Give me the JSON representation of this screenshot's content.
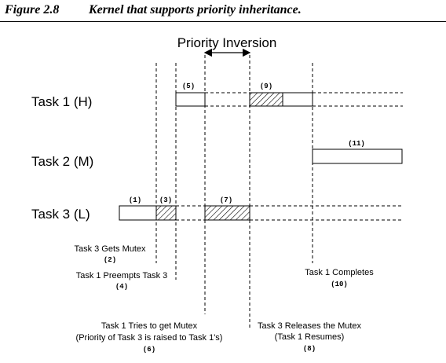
{
  "figure": {
    "number": "Figure 2.8",
    "title": "Kernel that supports priority inheritance."
  },
  "diagram": {
    "heading": "Priority Inversion",
    "tasks": [
      {
        "label": "Task 1 (H)"
      },
      {
        "label": "Task 2 (M)"
      },
      {
        "label": "Task 3 (L)"
      }
    ],
    "step_tags": {
      "s1": "(1)",
      "s3": "(3)",
      "s5": "(5)",
      "s7": "(7)",
      "s9": "(9)",
      "s11": "(11)"
    },
    "events": {
      "gets_mutex": {
        "text": "Task 3 Gets Mutex",
        "num": "(2)"
      },
      "preempts": {
        "text": "Task 1 Preempts Task 3",
        "num": "(4)"
      },
      "tries": {
        "line1": "Task 1 Tries to get Mutex",
        "line2": "(Priority of Task 3 is raised to Task 1's)",
        "num": "(6)"
      },
      "releases": {
        "line1": "Task 3 Releases the Mutex",
        "line2": "(Task 1 Resumes)",
        "num": "(8)"
      },
      "completes": {
        "text": "Task 1 Completes",
        "num": "(10)"
      }
    }
  }
}
